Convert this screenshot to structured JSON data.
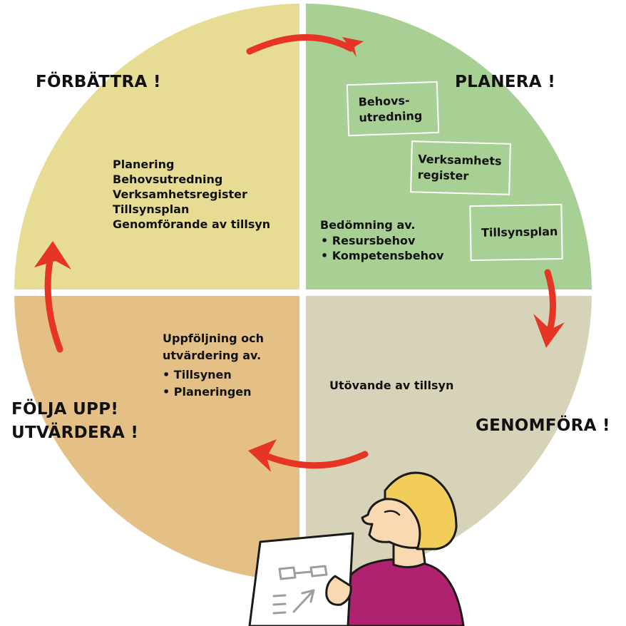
{
  "colors": {
    "forbattra": "#e7dc94",
    "planera": "#a8d095",
    "genomfora": "#d6d3b8",
    "folja_upp": "#e5c086",
    "arrow": "#e63524",
    "divider": "#ffffff",
    "skin": "#f8d9b1",
    "hair": "#f3cd5a",
    "shirt": "#b0216f"
  },
  "quadrants": {
    "forbattra": {
      "title": "FÖRBÄTTRA !",
      "items": [
        "Planering",
        "Behovsutredning",
        "Verksamhetsregister",
        "Tillsynsplan",
        "Genomförande av tillsyn"
      ]
    },
    "planera": {
      "title": "PLANERA !",
      "boxes": [
        "Behovs-\nutredning",
        "Verksamhets\nregister",
        "Tillsynsplan"
      ],
      "assessment": {
        "heading": "Bedömning av.",
        "bullets": [
          "Resursbehov",
          "Kompetensbehov"
        ]
      }
    },
    "genomfora": {
      "title": "GENOMFÖRA !",
      "text": "Utövande av tillsyn"
    },
    "folja_upp": {
      "title_line1": "FÖLJA UPP!",
      "title_line2": "UTVÄRDERA !",
      "heading_line1": "Uppföljning och",
      "heading_line2": "utvärdering av.",
      "bullets": [
        "Tillsynen",
        "Planeringen"
      ]
    }
  },
  "icons": [
    "cycle-arrow-icon",
    "person-with-clipboard-illustration"
  ]
}
